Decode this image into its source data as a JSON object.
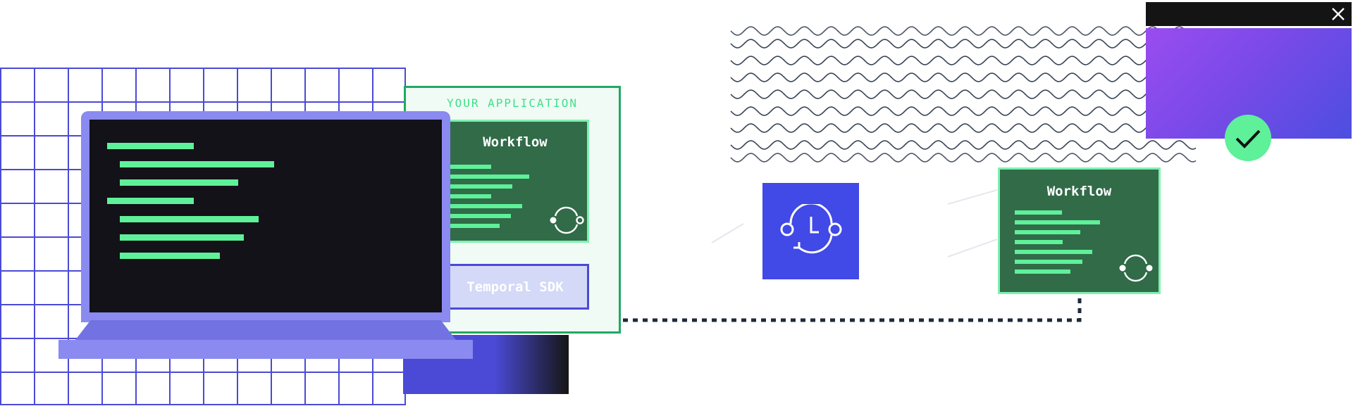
{
  "app_panel": {
    "title": "YOUR APPLICATION",
    "workflow_label": "Workflow",
    "sdk_label": "Temporal SDK"
  },
  "remote_workflow": {
    "label": "Workflow"
  },
  "icons": {
    "window_close": "close-icon",
    "success": "check-icon",
    "timer": "timer-icon",
    "retry": "retry-icon"
  },
  "colors": {
    "grid": "#4a4ad6",
    "laptop_body": "#8a8af0",
    "laptop_screen": "#121218",
    "code_line": "#5ff09a",
    "panel_border": "#22a862",
    "panel_bg": "#f0fbf5",
    "panel_title": "#3fe08a",
    "workflow_bg": "#316b48",
    "workflow_border": "#7ff0b0",
    "sdk_bg": "#d3d9f7",
    "sdk_border": "#4a4ad6",
    "timer_bg": "#4149e6",
    "connector": "#1e2a3a",
    "wave": "#3a4556",
    "window_bar": "#141414",
    "check_bg": "#5ff09a"
  }
}
